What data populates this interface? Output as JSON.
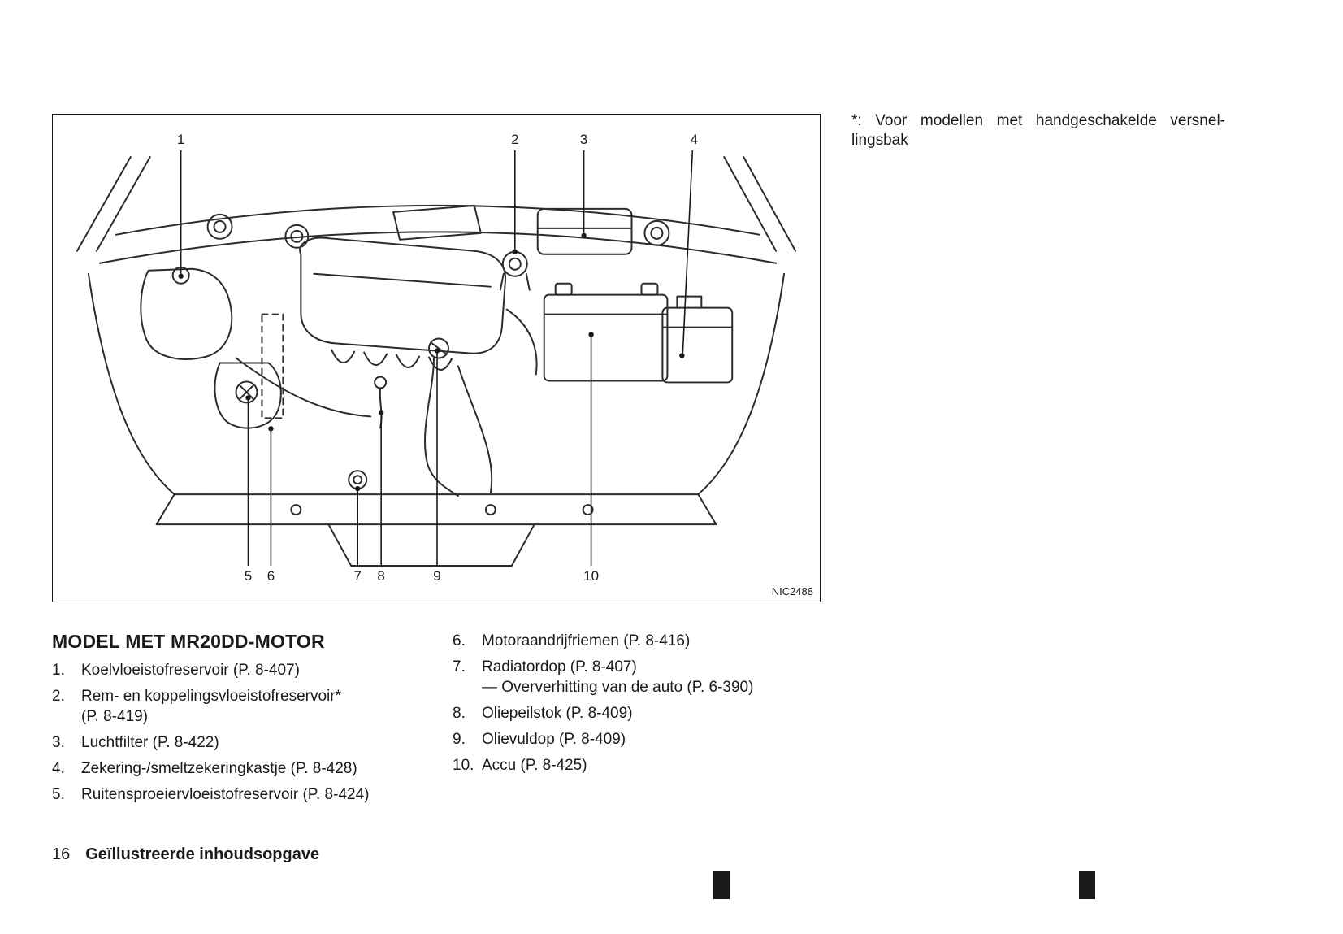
{
  "figure": {
    "code": "NIC2488",
    "callouts": [
      {
        "label": "1"
      },
      {
        "label": "2"
      },
      {
        "label": "3"
      },
      {
        "label": "4"
      },
      {
        "label": "5"
      },
      {
        "label": "6"
      },
      {
        "label": "7"
      },
      {
        "label": "8"
      },
      {
        "label": "9"
      },
      {
        "label": "10"
      }
    ]
  },
  "footnote": {
    "line1": "*: Voor modellen met handgeschakelde versnel-",
    "line2": "lingsbak"
  },
  "legend": {
    "title": "MODEL MET MR20DD-MOTOR",
    "left": [
      {
        "num": "1.",
        "text": "Koelvloeistofreservoir (P. 8-407)"
      },
      {
        "num": "2.",
        "text": "Rem- en koppelingsvloeistofreservoir*",
        "sub": "(P. 8-419)"
      },
      {
        "num": "3.",
        "text": "Luchtfilter (P. 8-422)"
      },
      {
        "num": "4.",
        "text": "Zekering-/smeltzekeringkastje (P. 8-428)"
      },
      {
        "num": "5.",
        "text": "Ruitensproeiervloeistofreservoir (P. 8-424)"
      }
    ],
    "right": [
      {
        "num": "6.",
        "text": "Motoraandrijfriemen (P. 8-416)"
      },
      {
        "num": "7.",
        "text": "Radiatordop (P. 8-407)",
        "sub": "— Oververhitting van de auto (P. 6-390)"
      },
      {
        "num": "8.",
        "text": "Oliepeilstok (P. 8-409)"
      },
      {
        "num": "9.",
        "text": "Olievuldop (P. 8-409)"
      },
      {
        "num": "10.",
        "text": "Accu (P. 8-425)"
      }
    ]
  },
  "footer": {
    "page_number": "16",
    "section_title": "Geïllustreerde inhoudsopgave"
  }
}
